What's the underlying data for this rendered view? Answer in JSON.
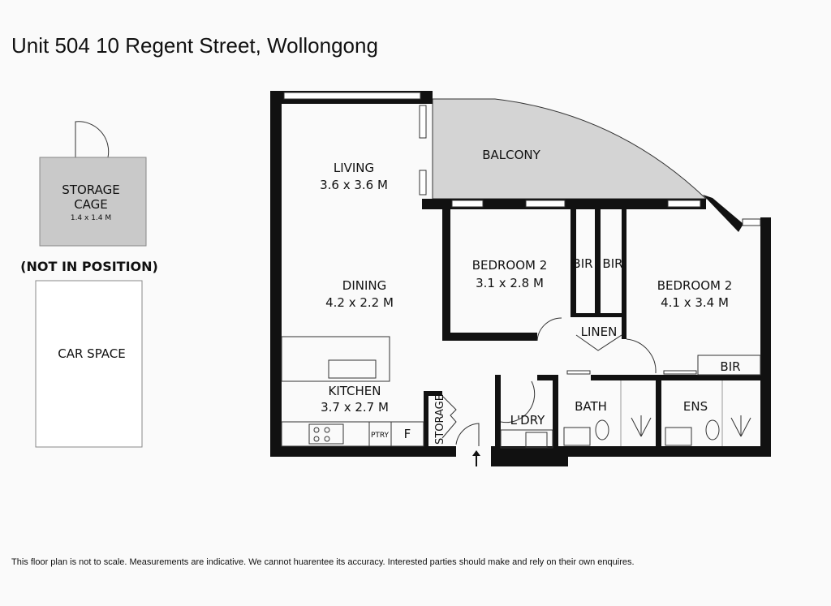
{
  "header": {
    "title": "Unit 504 10 Regent Street, Wollongong"
  },
  "offsite": {
    "storage_cage": {
      "line1": "STORAGE",
      "line2": "CAGE",
      "size": "1.4 x 1.4 M"
    },
    "not_in_position": "(NOT IN POSITION)",
    "car_space": "CAR SPACE"
  },
  "rooms": {
    "living": {
      "name": "LIVING",
      "size": "3.6 x 3.6 M"
    },
    "balcony": {
      "name": "BALCONY"
    },
    "bedroom_a": {
      "name": "BEDROOM 2",
      "size": "3.1 x 2.8 M"
    },
    "bir_a": "BIR",
    "bir_b": "BIR",
    "bedroom_b": {
      "name": "BEDROOM 2",
      "size": "4.1 x 3.4 M"
    },
    "dining": {
      "name": "DINING",
      "size": "4.2 x 2.2 M"
    },
    "linen": "LINEN",
    "bir_c": "BIR",
    "kitchen": {
      "name": "KITCHEN",
      "size": "3.7 x 2.7 M"
    },
    "storage": "STORAGE",
    "laundry": "L'DRY",
    "bath": "BATH",
    "ensuite": "ENS",
    "pantry": "PTRY",
    "fridge": "F"
  },
  "footer": {
    "disclaimer": "This floor plan is not to scale. Measurements are indicative. We cannot huarentee its accuracy. Interested parties should make and rely on their own enquires."
  }
}
